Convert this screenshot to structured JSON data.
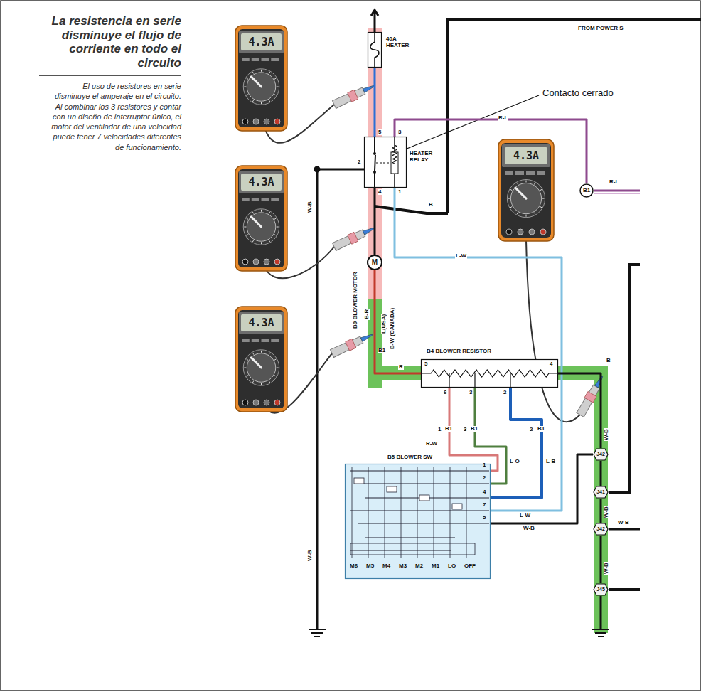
{
  "diagram": {
    "title": "La resistencia en serie disminuye el flujo de corriente en todo el circuito",
    "caption": "El uso de resistores en serie disminuye el amperaje en el circuito. Al combinar los 3 resistores y contar con un diseño de interruptor único, el motor del ventilador de una velocidad puede tener 7 velocidades diferentes de funcionamiento.",
    "nodes": [
      {
        "text": [
          "40A HEATER"
        ]
      },
      {
        "text": [
          "HEATER RELAY"
        ]
      },
      {
        "text": [
          "M",
          "B9 BLOWER MOTOR"
        ]
      },
      {
        "text": [
          "B4 BLOWER RESISTOR"
        ]
      },
      {
        "text": [
          "B5 BLOWER SW"
        ]
      },
      {
        "text": [
          "B1"
        ]
      },
      {
        "text": [
          "J42"
        ]
      },
      {
        "text": [
          "J41"
        ]
      },
      {
        "text": [
          "J42"
        ]
      },
      {
        "text": [
          "J45"
        ]
      },
      {
        "text": [
          "4.3A"
        ]
      },
      {
        "text": [
          "4.3A"
        ]
      },
      {
        "text": [
          "4.3A"
        ]
      },
      {
        "text": [
          "4.3A"
        ]
      }
    ],
    "edges": [
      {
        "from": 0,
        "to": 1,
        "arrow": "none"
      },
      {
        "from": 1,
        "to": 2,
        "arrow": "none"
      },
      {
        "from": 2,
        "to": 3,
        "arrow": "none"
      },
      {
        "from": 3,
        "to": 4,
        "label": "R-W",
        "arrow": "none"
      },
      {
        "from": 3,
        "to": 4,
        "label": "L-O",
        "arrow": "none"
      },
      {
        "from": 3,
        "to": 4,
        "label": "L-B",
        "arrow": "none"
      },
      {
        "from": 1,
        "to": 4,
        "label": "L-W",
        "arrow": "none"
      },
      {
        "from": 1,
        "to": 5,
        "label": "R-L",
        "arrow": "none"
      },
      {
        "from": 3,
        "to": 6,
        "arrow": "none"
      },
      {
        "from": 6,
        "to": 7,
        "arrow": "none"
      },
      {
        "from": 7,
        "to": 8,
        "arrow": "none"
      },
      {
        "from": 8,
        "to": 9,
        "arrow": "none"
      },
      {
        "from": 4,
        "to": 6,
        "label": "W-B",
        "arrow": "none"
      }
    ],
    "labels": [
      "FROM POWER S",
      "Contacto cerrado",
      "5",
      "3",
      "2",
      "4",
      "1",
      "R-L",
      "B",
      "W-B",
      "W-B",
      "B-R",
      "L(USA)",
      "B-W (CANADA)",
      "B1",
      "R",
      "5",
      "4",
      "6",
      "3",
      "2",
      "B",
      "1",
      "B1",
      "3",
      "B1",
      "2",
      "B1",
      "1",
      "2",
      "4",
      "7",
      "5",
      "M6",
      "M5",
      "M4",
      "M3",
      "M2",
      "M1",
      "LO",
      "OFF",
      "L-W",
      "W-B",
      "W-B",
      "W-B",
      "W-B"
    ]
  }
}
